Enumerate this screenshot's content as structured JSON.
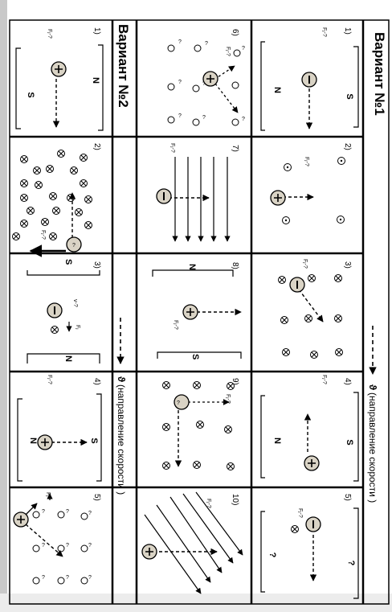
{
  "variant1": {
    "title": "Вариант №1"
  },
  "variant2": {
    "title": "Вариант №2"
  },
  "legend": {
    "symbol": "ϑ",
    "text": "(направление скорости )"
  },
  "labels": {
    "force": "Fⱼ-?",
    "force_plain": "Fⱼ",
    "v_unknown": "v-?",
    "q": "?"
  },
  "cells": {
    "v1_1": {
      "number": "1)",
      "pole_left": "N",
      "pole_right": "S"
    },
    "v1_2": {
      "number": "2)"
    },
    "v1_3": {
      "number": "3)"
    },
    "v1_4": {
      "number": "4)",
      "pole_left": "N",
      "pole_right": "S"
    },
    "v1_5": {
      "number": "5)",
      "pole_left": "?",
      "pole_right": "?"
    },
    "v2_6": {
      "number": "6)"
    },
    "v2_7": {
      "number": "7)"
    },
    "v2_8": {
      "number": "8)",
      "pole_left": "N",
      "pole_right": "S"
    },
    "v2_9": {
      "number": "9)"
    },
    "v2_10": {
      "number": "10)"
    },
    "v2_1": {
      "number": "1)",
      "pole_left": "N",
      "pole_right": "S"
    },
    "v2_2": {
      "number": "2)"
    },
    "v2_3": {
      "number": "3)",
      "pole_left": "S",
      "pole_right": "N"
    },
    "v2_4": {
      "number": "4)",
      "pole_left": "N",
      "pole_right": "S"
    },
    "v2_5": {
      "number": "5)"
    }
  }
}
